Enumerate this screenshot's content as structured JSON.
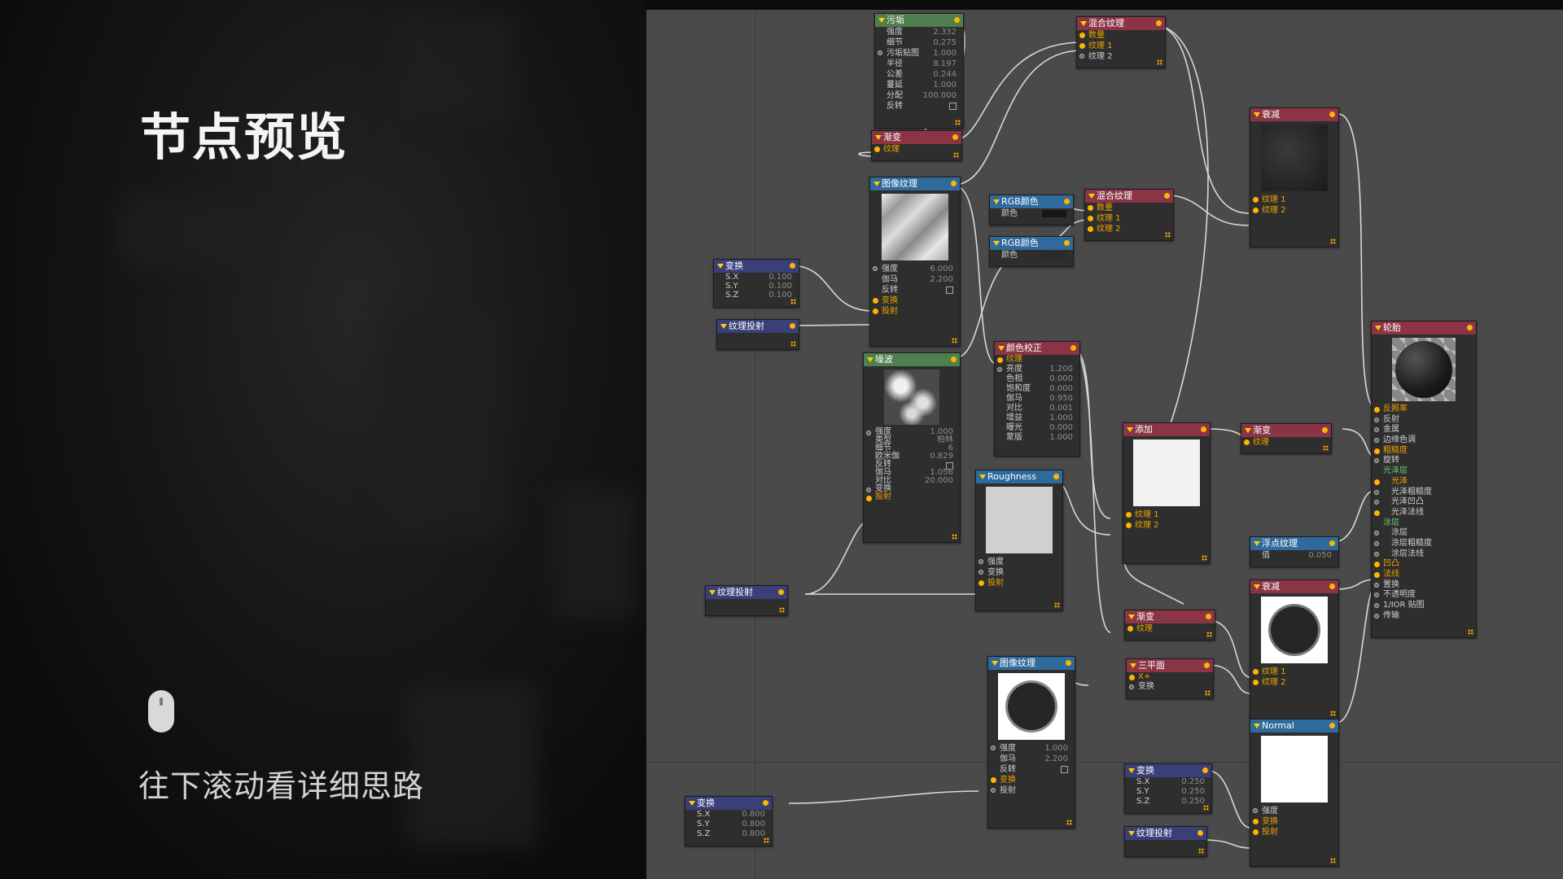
{
  "title": "节点预览",
  "scroll_hint": "往下滚动看详细思路",
  "nodes": {
    "dirt": {
      "title": "污垢",
      "rows": [
        {
          "l": "强度",
          "v": "2.332"
        },
        {
          "l": "细节",
          "v": "0.275"
        },
        {
          "l": "污垢贴图",
          "v": "1.000"
        },
        {
          "l": "半径",
          "v": "8.197"
        },
        {
          "l": "公差",
          "v": "0.244"
        },
        {
          "l": "蔓延",
          "v": "1.000"
        },
        {
          "l": "分配",
          "v": "100.000"
        },
        {
          "l": "反转",
          "v": ""
        }
      ]
    },
    "gradient1": {
      "title": "渐变",
      "in": "纹理"
    },
    "mix1": {
      "title": "混合纹理",
      "rows": [
        "数量",
        "纹理 1",
        "纹理 2"
      ]
    },
    "falloff1": {
      "title": "衰减",
      "rows": [
        "纹理 1",
        "纹理 2"
      ]
    },
    "imagetex1": {
      "title": "图像纹理",
      "rows": [
        {
          "l": "强度",
          "v": "6.000"
        },
        {
          "l": "伽马",
          "v": "2.200"
        },
        {
          "l": "反转",
          "v": ""
        },
        {
          "l": "变换",
          "v": ""
        },
        {
          "l": "投射",
          "v": ""
        }
      ]
    },
    "rgb1": {
      "title": "RGB颜色",
      "label": "颜色"
    },
    "rgb2": {
      "title": "RGB颜色",
      "label": "颜色"
    },
    "mix2": {
      "title": "混合纹理",
      "rows": [
        "数量",
        "纹理 1",
        "纹理 2"
      ]
    },
    "transform1": {
      "title": "变换",
      "rows": [
        {
          "l": "S.X",
          "v": "0.100"
        },
        {
          "l": "S.Y",
          "v": "0.100"
        },
        {
          "l": "S.Z",
          "v": "0.100"
        }
      ]
    },
    "projection1": {
      "title": "纹理投射"
    },
    "noise": {
      "title": "噪波",
      "rows": [
        {
          "l": "强度",
          "v": "1.000"
        },
        {
          "l": "类型",
          "v": "柏林"
        },
        {
          "l": "细节",
          "v": "6"
        },
        {
          "l": "欧米伽",
          "v": "0.829"
        },
        {
          "l": "反转",
          "v": ""
        },
        {
          "l": "伽马",
          "v": "1.056"
        },
        {
          "l": "对比",
          "v": "20.000"
        },
        {
          "l": "变换",
          "v": ""
        },
        {
          "l": "投射",
          "v": ""
        }
      ]
    },
    "colorcorrect": {
      "title": "颜色校正",
      "rows": [
        {
          "l": "纹理",
          "v": ""
        },
        {
          "l": "亮度",
          "v": "1.200"
        },
        {
          "l": "色相",
          "v": "0.000"
        },
        {
          "l": "饱和度",
          "v": "0.000"
        },
        {
          "l": "伽马",
          "v": "0.950"
        },
        {
          "l": "对比",
          "v": "0.001"
        },
        {
          "l": "增益",
          "v": "1.000"
        },
        {
          "l": "曝光",
          "v": "0.000"
        },
        {
          "l": "蒙版",
          "v": "1.000"
        }
      ]
    },
    "add": {
      "title": "添加",
      "rows": [
        "纹理 1",
        "纹理 2"
      ]
    },
    "gradient2": {
      "title": "渐变",
      "in": "纹理"
    },
    "roughness": {
      "title": "Roughness",
      "rows": [
        "强度",
        "变换",
        "投射"
      ]
    },
    "floattex": {
      "title": "浮点纹理",
      "label": "值",
      "value": "0.050"
    },
    "tire": {
      "title": "轮胎",
      "rows": [
        "反照率",
        "反射",
        "金属",
        "边缘色调",
        "粗糙度",
        "旋转",
        "光泽层",
        "光泽",
        "光泽粗糙度",
        "光泽凹凸",
        "光泽法线",
        "涂层",
        "涂层",
        "涂层粗糙度",
        "涂层法线",
        "凹凸",
        "法线",
        "置换",
        "不透明度",
        "1/IOR 贴图",
        "传输"
      ]
    },
    "projection2": {
      "title": "纹理投射"
    },
    "gradient3": {
      "title": "渐变",
      "in": "纹理"
    },
    "falloff2": {
      "title": "衰减",
      "rows": [
        "纹理 1",
        "纹理 2"
      ]
    },
    "imagetex2": {
      "title": "图像纹理",
      "rows": [
        {
          "l": "强度",
          "v": "1.000"
        },
        {
          "l": "伽马",
          "v": "2.200"
        },
        {
          "l": "反转",
          "v": ""
        },
        {
          "l": "变换",
          "v": ""
        },
        {
          "l": "投射",
          "v": ""
        }
      ]
    },
    "triplanar": {
      "title": "三平面",
      "rows": [
        "X+",
        "变换"
      ]
    },
    "normal": {
      "title": "Normal",
      "rows": [
        "强度",
        "变换",
        "投射"
      ]
    },
    "transform2": {
      "title": "变换",
      "rows": [
        {
          "l": "S.X",
          "v": "0.250"
        },
        {
          "l": "S.Y",
          "v": "0.250"
        },
        {
          "l": "S.Z",
          "v": "0.250"
        }
      ]
    },
    "projection3": {
      "title": "纹理投射"
    },
    "transform3": {
      "title": "变换",
      "rows": [
        {
          "l": "S.X",
          "v": "0.800"
        },
        {
          "l": "S.Y",
          "v": "0.800"
        },
        {
          "l": "S.Z",
          "v": "0.800"
        }
      ]
    }
  }
}
